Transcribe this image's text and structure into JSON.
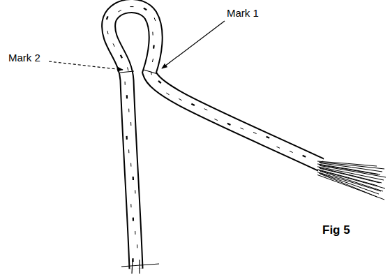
{
  "diagram": {
    "caption": "Fig 5",
    "labels": [
      "Mark 1",
      "Mark 2"
    ]
  }
}
